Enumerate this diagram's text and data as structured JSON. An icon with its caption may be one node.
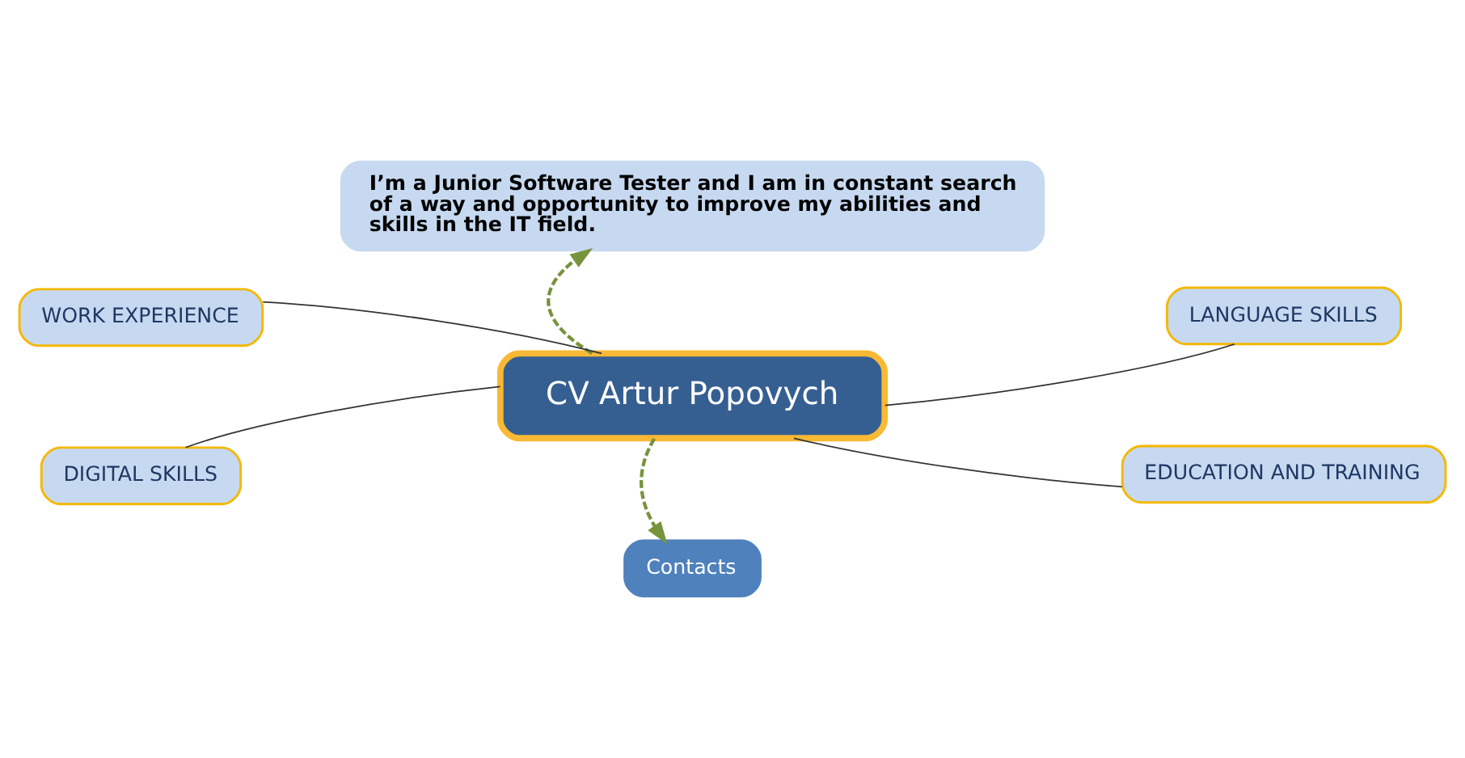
{
  "diagram": {
    "nodes": [
      {
        "text": [
          "CV Artur Popovych"
        ]
      },
      {
        "text": [
          "I’m a Junior Software Tester and I am in constant search of a way and opportunity to improve my abilities and skills in the IT field."
        ]
      },
      {
        "text": [
          "WORK EXPERIENCE"
        ]
      },
      {
        "text": [
          "LANGUAGE SKILLS"
        ]
      },
      {
        "text": [
          "DIGITAL SKILLS"
        ]
      },
      {
        "text": [
          "EDUCATION AND TRAINING"
        ]
      },
      {
        "text": [
          "Contacts"
        ]
      }
    ],
    "edges": [
      {
        "from": 0,
        "to": 2,
        "arrow": "none"
      },
      {
        "from": 0,
        "to": 3,
        "arrow": "none"
      },
      {
        "from": 0,
        "to": 4,
        "arrow": "none"
      },
      {
        "from": 0,
        "to": 5,
        "arrow": "none"
      },
      {
        "from": 0,
        "to": 1,
        "arrow": "to",
        "style": "dashed",
        "color": "#77933c"
      },
      {
        "from": 0,
        "to": 6,
        "arrow": "to",
        "style": "dashed",
        "color": "#77933c"
      }
    ]
  }
}
